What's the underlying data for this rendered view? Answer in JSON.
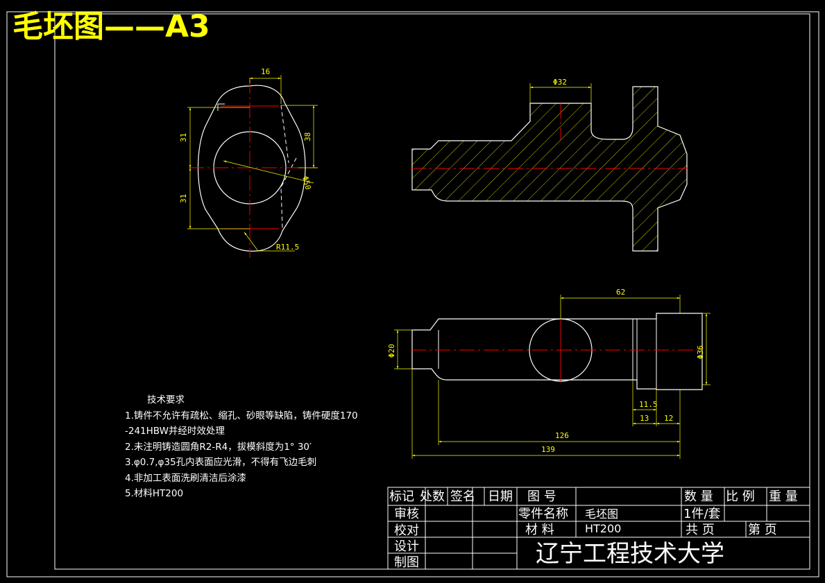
{
  "header": {
    "title": "毛坯图——A3"
  },
  "notes": {
    "title": "技术要求",
    "lines": [
      "1.铸件不允许有疏松、缩孔、砂眼等缺陷，铸件硬度170",
      "-241HBW并经时效处理",
      "2.未注明铸造圆角R2-R4，拔模斜度为1° 30′",
      "3.φ0.7,φ35孔内表面应光滑，不得有飞边毛刺",
      "4.非加工表面洗刷清洁后涂漆",
      "5.材料HT200"
    ]
  },
  "dimensions": {
    "d16": "16",
    "d31a": "31",
    "d31b": "31",
    "d38": "38",
    "phi50": "Φ50",
    "r115": "R11.5",
    "phi32": "Φ32",
    "d62": "62",
    "phi20": "Φ20",
    "phi36": "Φ36",
    "d115": "11.5",
    "d13": "13",
    "d12": "12",
    "d126": "126",
    "d139": "139"
  },
  "title_block": {
    "biaoji": "标记",
    "chushu": "处数",
    "qianming": "签名",
    "riqi": "日期",
    "tuhao": "图 号",
    "shuliang": "数 量",
    "bili": "比 例",
    "zhongliang": "重 量",
    "shenhe": "审核",
    "lingjian": "零件名称",
    "part_name": "毛坯图",
    "qty": "1件/套",
    "jiaodui": "校对",
    "cailiao": "材 料",
    "material": "HT200",
    "gong": "共    页",
    "di": "第    页",
    "sheji": "设计",
    "zhitu": "制图",
    "university": "辽宁工程技术大学"
  },
  "colors": {
    "drawing": "#ffffff",
    "dimension": "#ffff00",
    "centerline": "#ff0000",
    "background": "#000000"
  }
}
